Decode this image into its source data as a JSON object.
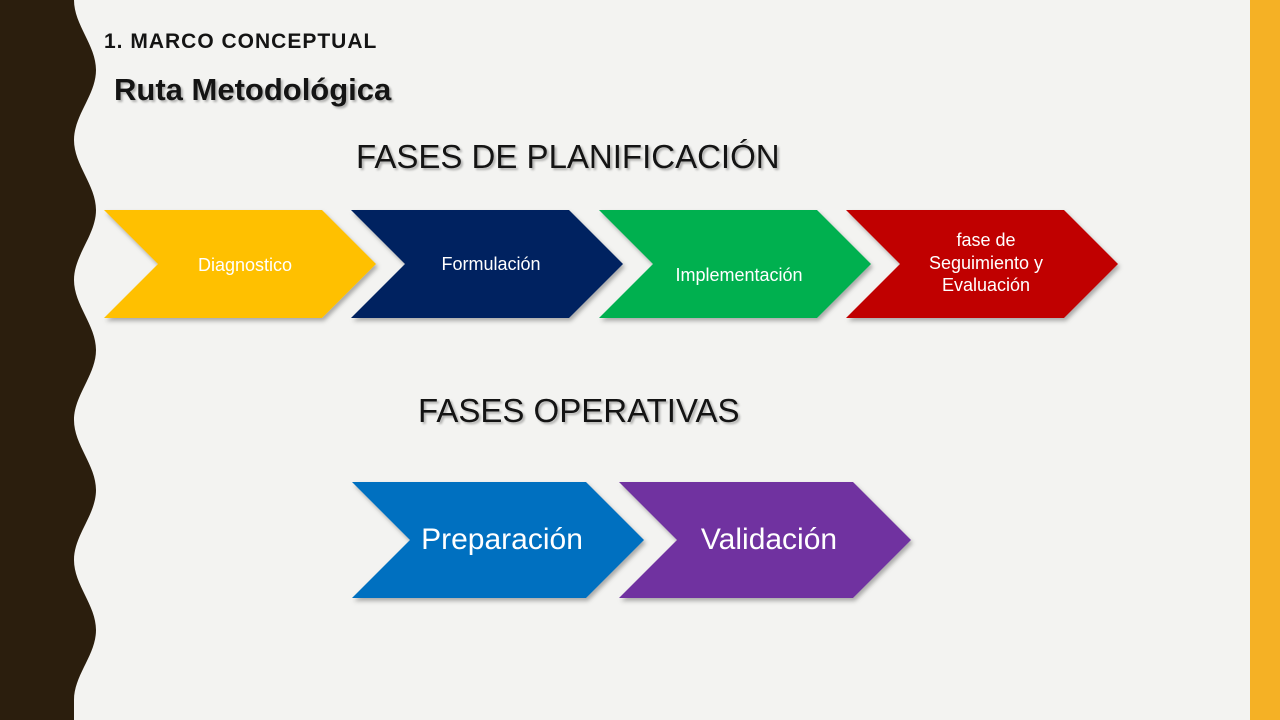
{
  "slide": {
    "section_heading": "1. MARCO CONCEPTUAL",
    "title": "Ruta Metodológica"
  },
  "planning": {
    "heading": "FASES DE PLANIFICACIÓN",
    "phases": [
      {
        "label": "Diagnostico",
        "color": "#ffc000"
      },
      {
        "label": "Formulación",
        "color": "#002060"
      },
      {
        "label": "Implementación",
        "color": "#00b050"
      },
      {
        "label": "fase de\nSeguimiento y\nEvaluación",
        "color": "#c00000"
      }
    ]
  },
  "operative": {
    "heading": "FASES OPERATIVAS",
    "phases": [
      {
        "label": "Preparación",
        "color": "#0070c0"
      },
      {
        "label": "Validación",
        "color": "#7030a0"
      }
    ]
  },
  "theme": {
    "left_band_color": "#2b1e0d",
    "right_band_color": "#f5b125",
    "background_color": "#f3f3f1"
  }
}
